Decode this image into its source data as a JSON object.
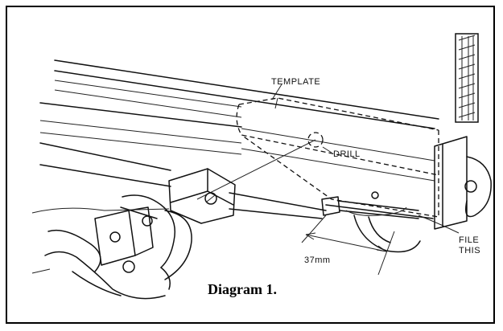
{
  "labels": {
    "template": "TEMPLATE",
    "drill": "DRILL",
    "file_line1": "FILE",
    "file_line2": "THIS",
    "dimension": "37mm"
  },
  "caption": "Diagram 1."
}
